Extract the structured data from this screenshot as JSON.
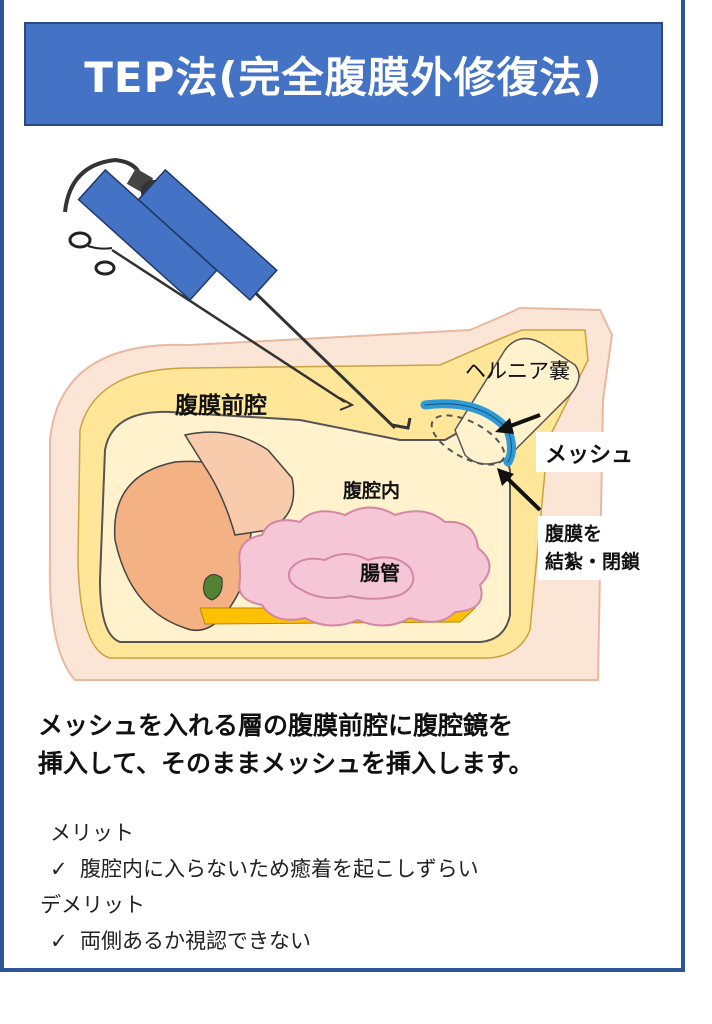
{
  "title": "TEP法(完全腹膜外修復法)",
  "labels": {
    "preperitoneal": "腹膜前腔",
    "hernia_sac": "ヘルニア嚢",
    "mesh": "メッシュ",
    "abdominal_cavity": "腹腔内",
    "peritoneum_line1": "腹膜を",
    "peritoneum_line2": "結紮・閉鎖",
    "intestine": "腸管"
  },
  "description": {
    "line1": "メッシュを入れる層の腹膜前腔に腹腔鏡を",
    "line2": "挿入して、そのままメッシュを挿入します。"
  },
  "merit": {
    "heading": "メリット",
    "check": "✓",
    "item": "腹腔内に入らないため癒着を起こしずらい"
  },
  "demerit": {
    "heading": "デメリット",
    "check": "✓",
    "item": "両側あるか視認できない"
  },
  "colors": {
    "frame": "#2f5597",
    "title_bg": "#4472c4",
    "skin": "#fbe5d6",
    "fat": "#ffe699",
    "cavity": "#fff2cc",
    "intestine": "#f4c6d6",
    "liver": "#f4b183",
    "mesh": "#2e9bd6",
    "trocar": "#4472c4"
  }
}
